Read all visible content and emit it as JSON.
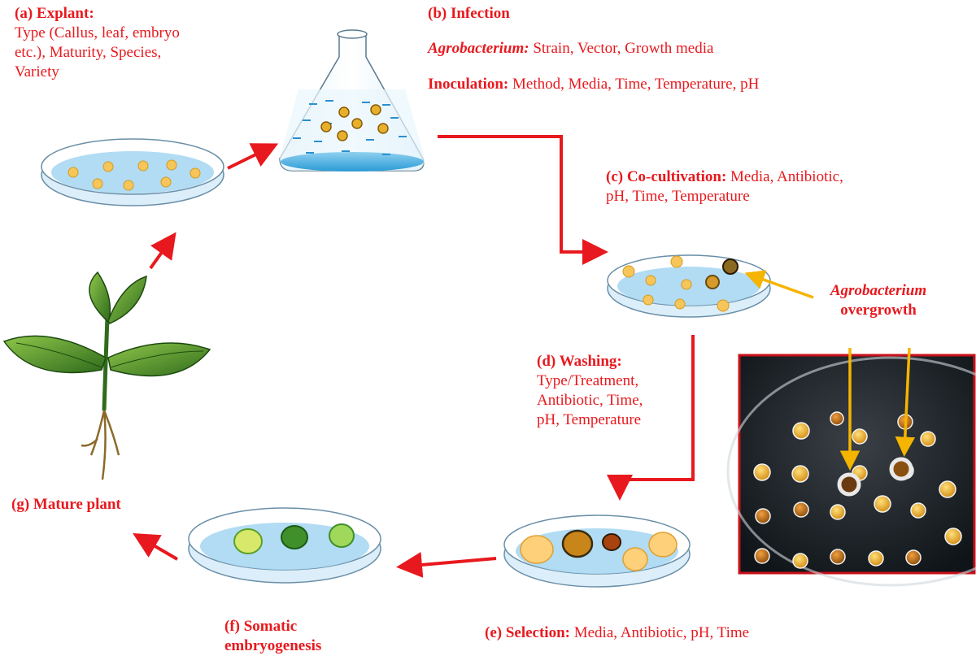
{
  "steps": {
    "a": {
      "title": "(a) Explant:",
      "line1": "Type (Callus, leaf, embryo",
      "line2": "etc.), Maturity, Species,",
      "line3": "Variety"
    },
    "b": {
      "title": "(b) Infection",
      "agro_label": "Agrobacterium:",
      "agro_text": " Strain, Vector, Growth media",
      "inoc_label": "Inoculation:",
      "inoc_text": " Method, Media, Time, Temperature, pH"
    },
    "c": {
      "title": "(c) Co-cultivation:",
      "text1": " Media, Antibiotic,",
      "text2": "pH, Time, Temperature"
    },
    "d": {
      "title": "(d) Washing:",
      "line1": "Type/Treatment,",
      "line2": "Antibiotic, Time,",
      "line3": "pH, Temperature"
    },
    "e": {
      "title": "(e) Selection:",
      "text": " Media, Antibiotic, pH, Time"
    },
    "f": {
      "title1": "(f) Somatic",
      "title2": "embryogenesis"
    },
    "g": {
      "title": "(g) Mature plant"
    }
  },
  "overgrowth": {
    "line1": "Agrobacterium",
    "line2": "overgrowth"
  },
  "colors": {
    "text": "#e8191e",
    "arrow": "#e8191e",
    "callout": "#f5b400",
    "dish": "#bfe0f4",
    "callus": "#f7d27a",
    "embryo_green": "#4caf2e",
    "photo_border": "#c8101a"
  }
}
